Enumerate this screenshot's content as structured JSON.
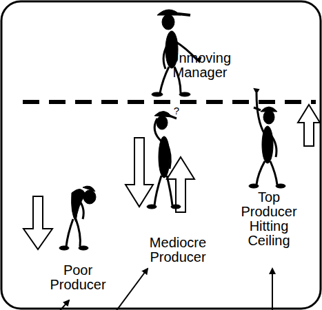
{
  "diagram": {
    "labels": [
      "Unmoving Manager",
      "?",
      "Mediocre Producer",
      "Top Producer Hitting Ceiling",
      "Poor Producer"
    ]
  }
}
